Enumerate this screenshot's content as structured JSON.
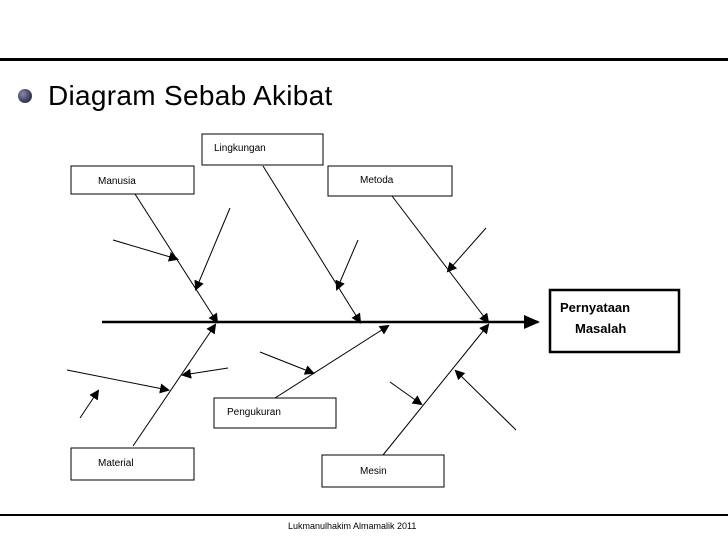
{
  "slide": {
    "title": "Diagram Sebab Akibat",
    "footer": "Lukmanulhakim Almamalik 2011"
  },
  "diagram": {
    "causes": {
      "manusia": "Manusia",
      "lingkungan": "Lingkungan",
      "metoda": "Metoda",
      "pengukuran": "Pengukuran",
      "material": "Material",
      "mesin": "Mesin"
    },
    "effect": {
      "line1": "Pernyataan",
      "line2": "Masalah"
    }
  }
}
